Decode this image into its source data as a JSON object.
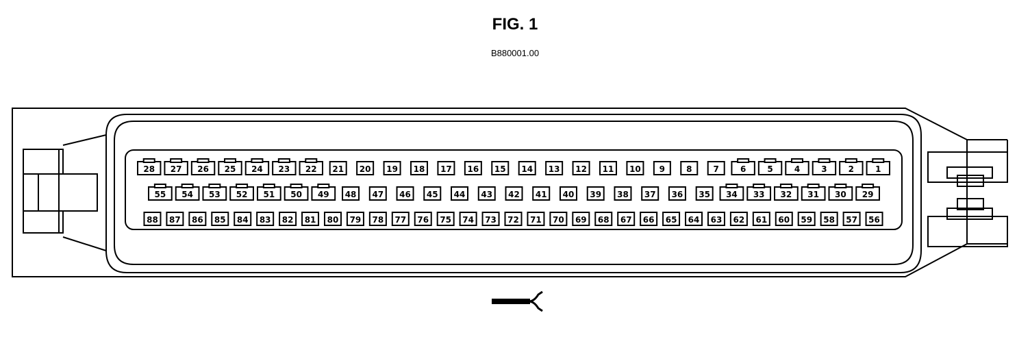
{
  "figure": {
    "title": "FIG. 1",
    "code": "B880001.00"
  },
  "connector": {
    "row1": [
      "28",
      "27",
      "26",
      "25",
      "24",
      "23",
      "22",
      "21",
      "20",
      "19",
      "18",
      "17",
      "16",
      "15",
      "14",
      "13",
      "12",
      "11",
      "10",
      "9",
      "8",
      "7",
      "6",
      "5",
      "4",
      "3",
      "2",
      "1"
    ],
    "row2": [
      "55",
      "54",
      "53",
      "52",
      "51",
      "50",
      "49",
      "48",
      "47",
      "46",
      "45",
      "44",
      "43",
      "42",
      "41",
      "40",
      "39",
      "38",
      "37",
      "36",
      "35",
      "34",
      "33",
      "32",
      "31",
      "30",
      "29"
    ],
    "row3": [
      "88",
      "87",
      "86",
      "85",
      "84",
      "83",
      "82",
      "81",
      "80",
      "79",
      "78",
      "77",
      "76",
      "75",
      "74",
      "73",
      "72",
      "71",
      "70",
      "69",
      "68",
      "67",
      "66",
      "65",
      "64",
      "63",
      "62",
      "61",
      "60",
      "59",
      "58",
      "57",
      "56"
    ]
  }
}
